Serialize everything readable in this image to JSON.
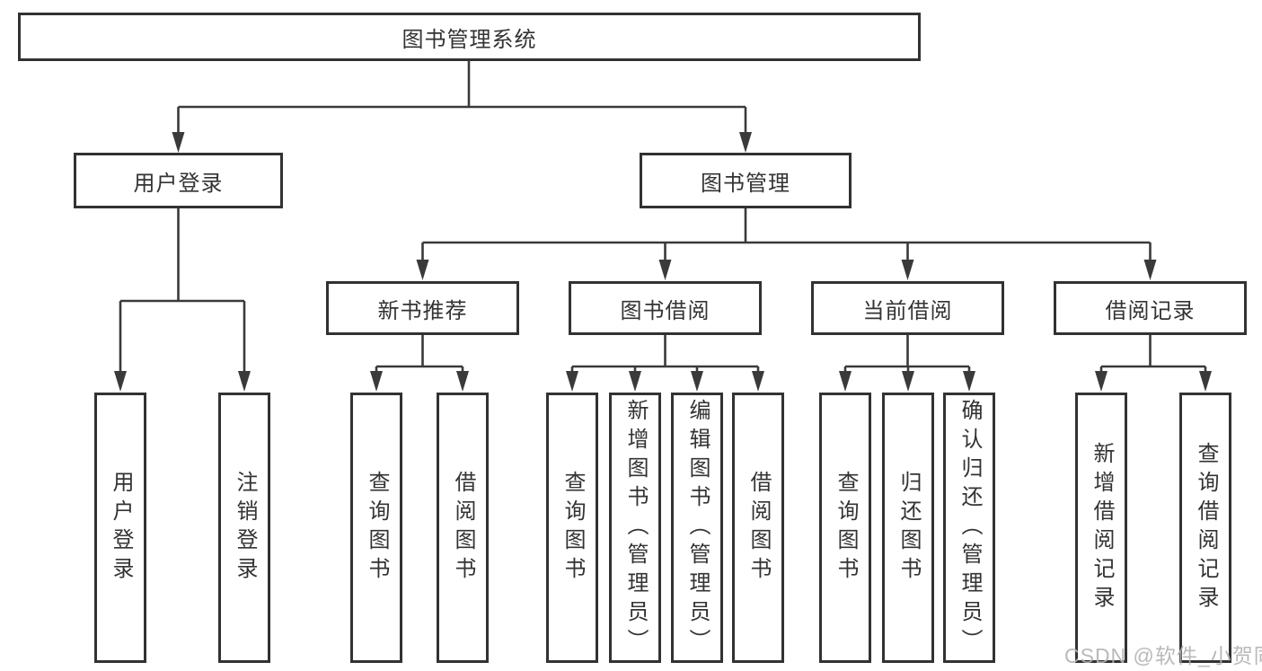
{
  "diagram": {
    "root": "图书管理系统",
    "level2": [
      "用户登录",
      "图书管理"
    ],
    "level3": [
      "新书推荐",
      "图书借阅",
      "当前借阅",
      "借阅记录"
    ],
    "leaves": {
      "user": [
        "用户登录",
        "注销登录"
      ],
      "recommend": [
        "查询图书",
        "借阅图书"
      ],
      "borrow": [
        "查询图书",
        "新增图书（管理员）",
        "编辑图书（管理员）",
        "借阅图书"
      ],
      "current": [
        "查询图书",
        "归还图书",
        "确认归还（管理员）"
      ],
      "records": [
        "新增借阅记录",
        "查询借阅记录"
      ]
    }
  },
  "watermark": "CSDN @软件_小贺同学",
  "colors": {
    "border": "#323232",
    "line": "#3a3a3a",
    "text": "#333333",
    "watermark": "#b2b2b2",
    "background": "#ffffff"
  }
}
